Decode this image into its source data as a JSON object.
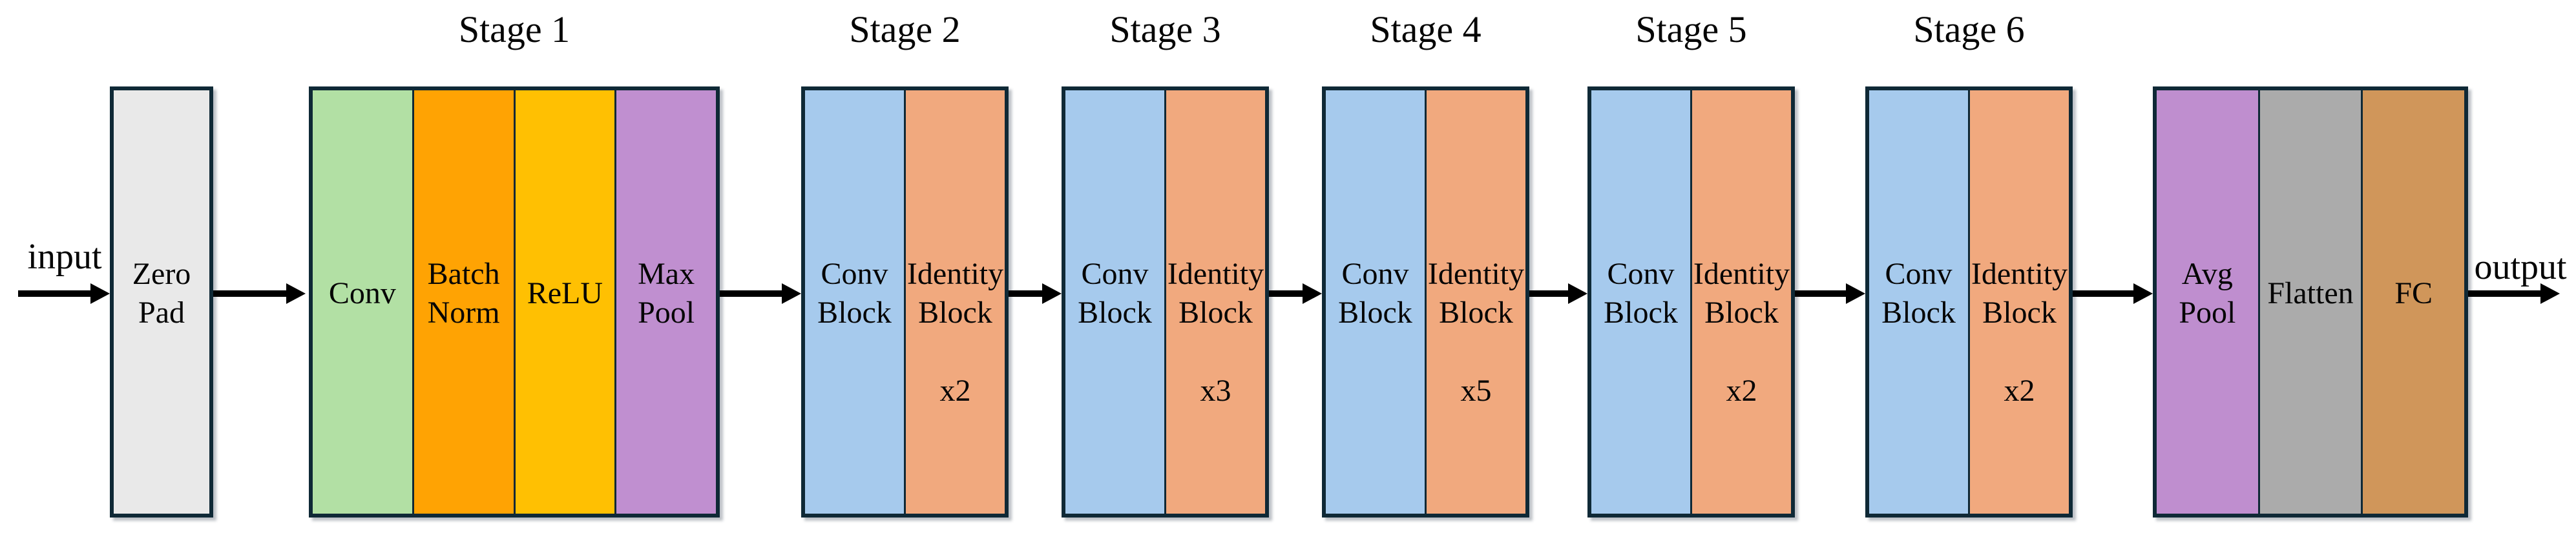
{
  "io": {
    "input": "input",
    "output": "output"
  },
  "zero_pad": {
    "label": "Zero\nPad"
  },
  "stages": [
    {
      "title": "Stage 1",
      "cells": [
        {
          "name": "conv",
          "label": "Conv",
          "color_key": "conv"
        },
        {
          "name": "batch-norm",
          "label": "Batch\nNorm",
          "color_key": "batch_norm"
        },
        {
          "name": "relu",
          "label": "ReLU",
          "color_key": "relu"
        },
        {
          "name": "max-pool",
          "label": "Max\nPool",
          "color_key": "max_pool"
        }
      ]
    },
    {
      "title": "Stage 2",
      "conv_block": "Conv\nBlock",
      "identity_block": "Identity\nBlock",
      "repeat": "x2"
    },
    {
      "title": "Stage 3",
      "conv_block": "Conv\nBlock",
      "identity_block": "Identity\nBlock",
      "repeat": "x3"
    },
    {
      "title": "Stage 4",
      "conv_block": "Conv\nBlock",
      "identity_block": "Identity\nBlock",
      "repeat": "x5"
    },
    {
      "title": "Stage 5",
      "conv_block": "Conv\nBlock",
      "identity_block": "Identity\nBlock",
      "repeat": "x2"
    },
    {
      "title": "Stage 6",
      "conv_block": "Conv\nBlock",
      "identity_block": "Identity\nBlock",
      "repeat": "x2"
    }
  ],
  "output_head": {
    "cells": [
      {
        "name": "avg-pool",
        "label": "Avg\nPool",
        "color_key": "avg_pool"
      },
      {
        "name": "flatten",
        "label": "Flatten",
        "color_key": "flatten"
      },
      {
        "name": "fc",
        "label": "FC",
        "color_key": "fc"
      }
    ]
  },
  "colors": {
    "outline": "#0f2936",
    "arrow": "#000000",
    "zero_pad": "#e9e9e9",
    "conv": "#b2e0a4",
    "batch_norm": "#ffa303",
    "relu": "#ffc002",
    "max_pool": "#c08fd0",
    "conv_block": "#a6caed",
    "identity_block": "#f1a97e",
    "avg_pool": "#bf8ecf",
    "flatten": "#ababab",
    "fc": "#d0965a"
  }
}
